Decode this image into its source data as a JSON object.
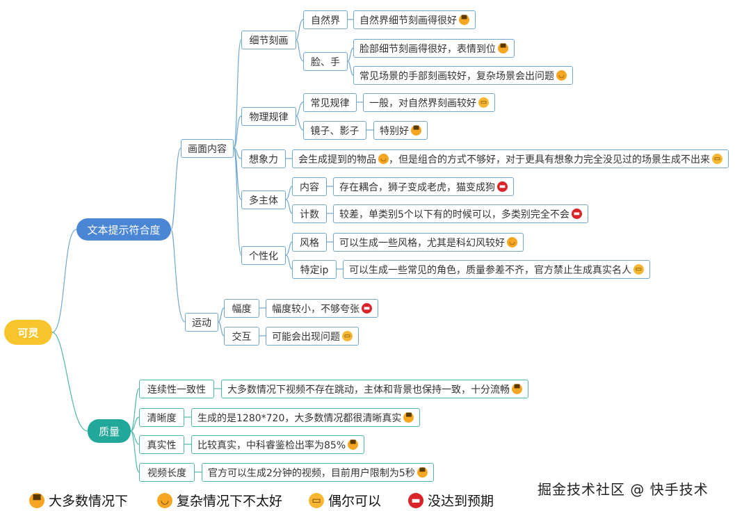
{
  "root": "可灵",
  "branch_a": "文本提示符合度",
  "branch_b": "质量",
  "a": {
    "huamian": "画面内容",
    "xijie": "细节刻画",
    "ziranjie": "自然界",
    "ziranjie_leaf": "自然界细节刻画得很好",
    "lianshou": "脸、手",
    "lian_leaf": "脸部细节刻画得很好，表情到位",
    "shou_leaf": "常见场景的手部刻画较好，复杂场景会出问题",
    "wuli": "物理规律",
    "changjian": "常见规律",
    "changjian_leaf": "一般，对自然界刻画较好",
    "jingzi": "镜子、影子",
    "jingzi_leaf": "特别好",
    "xiangxiang": "想象力",
    "xiangxiang_leaf_1": "会生成提到的物品",
    "xiangxiang_leaf_2": "，但是组合的方式不够好，对于更具有想象力完全没见过的场景生成不出来",
    "duozhuti": "多主体",
    "neirong": "内容",
    "neirong_leaf": "存在耦合，狮子变成老虎，猫变成狗",
    "jishu": "计数",
    "jishu_leaf": "较差，单类别5个以下有的时候可以，多类别完全不会",
    "gexing": "个性化",
    "fengge": "风格",
    "fengge_leaf": "可以生成一些风格，尤其是科幻风较好",
    "tedingip": "特定ip",
    "tedingip_leaf": "可以生成一些常见的角色，质量参差不齐，官方禁止生成真实名人",
    "yundong": "运动",
    "fudu": "幅度",
    "fudu_leaf": "幅度较小，不够夸张",
    "jiaohu": "交互",
    "jiaohu_leaf": "可能会出现问题"
  },
  "b": {
    "lianxu": "连续性一致性",
    "lianxu_leaf": "大多数情况下视频不存在跳动，主体和背景也保持一致，十分流畅",
    "qingxi": "清晰度",
    "qingxi_leaf": "生成的是1280*720，大多数情况都很清晰真实",
    "zhenshi": "真实性",
    "zhenshi_leaf": "比较真实，中科睿鉴检出率为85%",
    "changdu": "视频长度",
    "changdu_leaf": "官方可以生成2分钟的视频，目前用户限制为5秒"
  },
  "legend": {
    "great": "大多数情况下",
    "good": "复杂情况下不太好",
    "ok": "偶尔可以",
    "bad": "没达到预期"
  },
  "watermark": "掘金技术社区 @ 快手技术",
  "icons": {
    "great": "grin-emoji-icon",
    "good": "smile-emoji-icon",
    "ok": "grimace-emoji-icon",
    "bad": "angry-emoji-icon"
  },
  "colors": {
    "root": "#f7c52b",
    "branch_a": "#4b86d4",
    "branch_b": "#21a89a",
    "line_a": "#6fa7cf",
    "line_b": "#4db6a6"
  }
}
